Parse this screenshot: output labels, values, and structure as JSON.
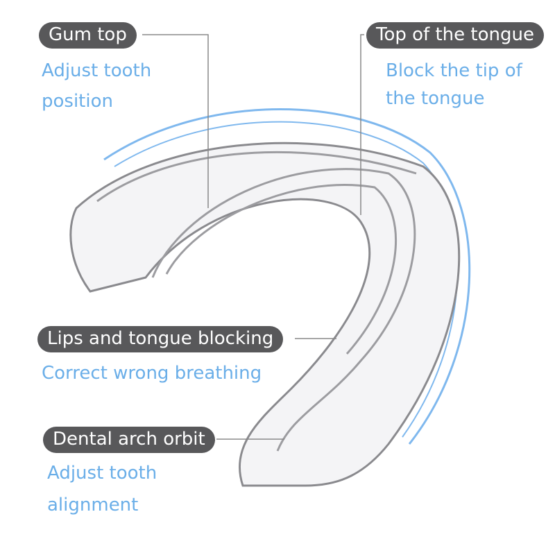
{
  "labels": [
    {
      "title": "Gum top",
      "desc": [
        "Adjust tooth",
        "position"
      ]
    },
    {
      "title": "Top of the tongue",
      "desc": [
        "Block the tip of",
        "the tongue"
      ]
    },
    {
      "title": "Lips and tongue blocking",
      "desc": [
        "Correct wrong breathing"
      ]
    },
    {
      "title": "Dental arch orbit",
      "desc": [
        "Adjust tooth",
        "alignment"
      ]
    }
  ],
  "colors": {
    "pill": "#58585a",
    "desc": "#6aaee8",
    "arc": "#7fb8ee"
  }
}
